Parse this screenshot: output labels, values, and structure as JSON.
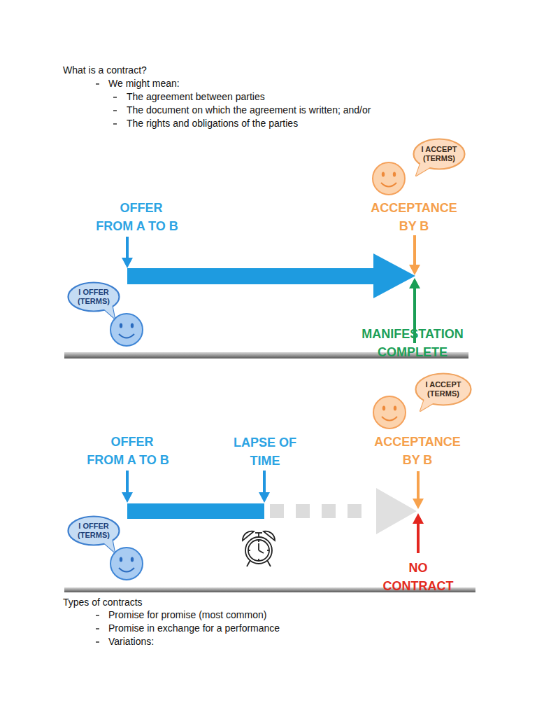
{
  "diagram": {
    "title": "What is a contract?",
    "nodes": [
      {
        "text": [
          "I ACCEPT (TERMS)"
        ]
      },
      {
        "text": [
          "I OFFER (TERMS)"
        ]
      },
      {
        "text": [
          "I ACCEPT (TERMS)"
        ]
      },
      {
        "text": [
          "I OFFER (TERMS)"
        ]
      }
    ],
    "labels": [
      "We might mean:",
      "The agreement between parties",
      "The document on which the agreement is written; and/or",
      "The rights and obligations of the parties",
      "OFFER FROM A TO B",
      "ACCEPTANCE BY B",
      "MANIFESTATION COMPLETE",
      "OFFER FROM A TO B",
      "LAPSE OF TIME",
      "ACCEPTANCE BY B",
      "NO CONTRACT",
      "Types of contracts",
      "Promise for promise (most common)",
      "Promise in exchange for a performance",
      "Variations:"
    ]
  }
}
